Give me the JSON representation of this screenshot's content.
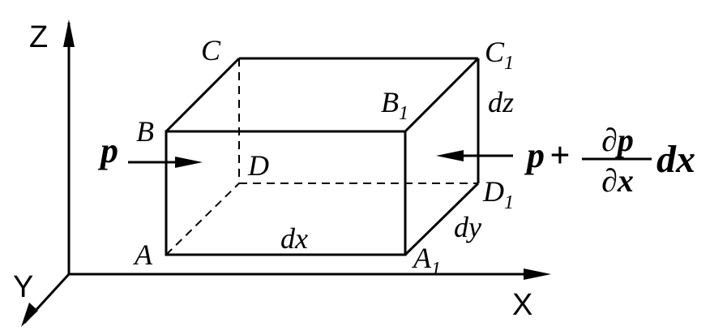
{
  "axes": {
    "x": "X",
    "y": "Y",
    "z": "Z"
  },
  "vertices": {
    "A": "A",
    "B": "B",
    "C": "C",
    "D": "D",
    "A1_base": "A",
    "A1_sub": "1",
    "B1_base": "B",
    "B1_sub": "1",
    "C1_base": "C",
    "C1_sub": "1",
    "D1_base": "D",
    "D1_sub": "1"
  },
  "dimensions": {
    "dx": "dx",
    "dy": "dy",
    "dz": "dz"
  },
  "pressure": {
    "left": "p",
    "right_p": "p",
    "right_plus": "+",
    "right_num": "∂p",
    "right_den": "∂x",
    "right_dx": "dx"
  },
  "colors": {
    "ink": "#000000",
    "background": "#ffffff"
  }
}
